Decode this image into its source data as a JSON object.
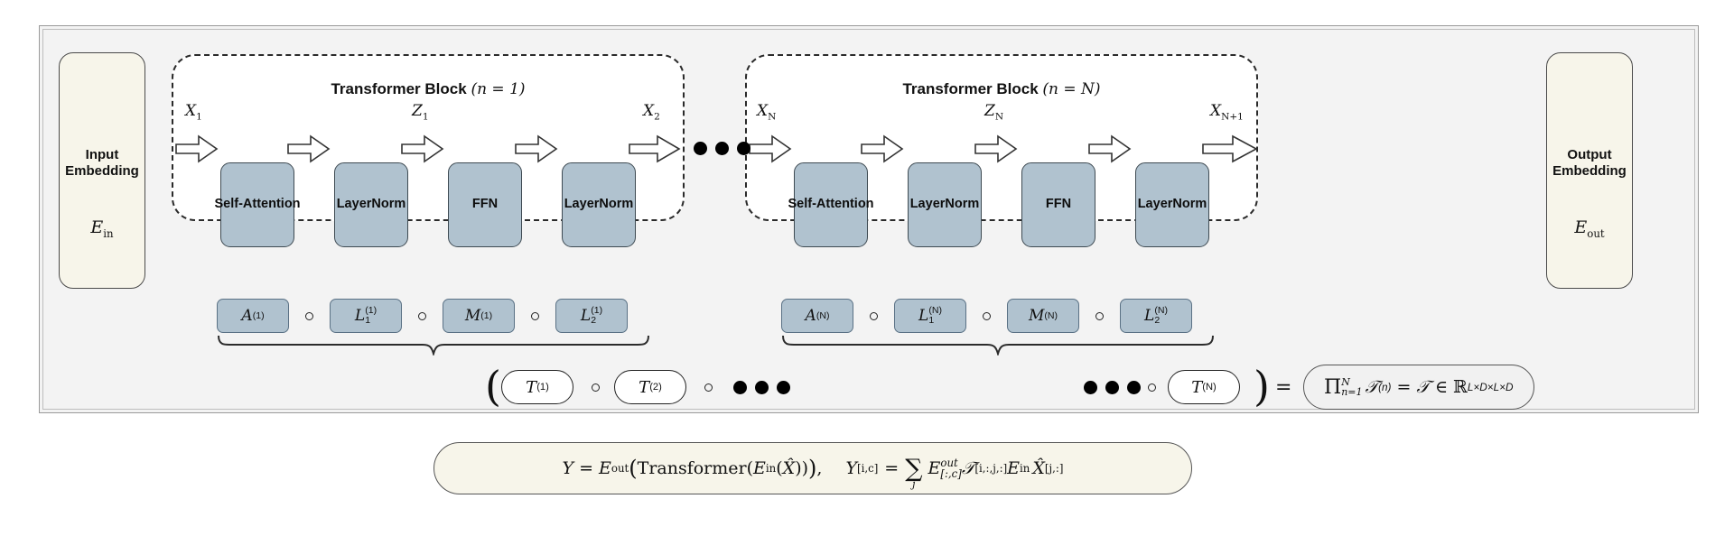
{
  "figure": {
    "type": "diagram",
    "title": "Transformer operator-composition schematic"
  },
  "input_embedding": {
    "name": "Input Embedding",
    "title_line1": "Input",
    "title_line2": "Embedding",
    "symbol_base": "E",
    "symbol_sub": "in"
  },
  "output_embedding": {
    "name": "Output Embedding",
    "title_line1": "Output",
    "title_line2": "Embedding",
    "symbol_base": "E",
    "symbol_sub": "out"
  },
  "blocks": [
    {
      "id": "block-1",
      "title": "Transformer Block",
      "index_label": "(n = 1)",
      "stages": [
        "Self-Attention",
        "Layer Norm",
        "FFN",
        "Layer Norm"
      ],
      "stage_lines": [
        [
          "Self-",
          "Attention"
        ],
        [
          "Layer",
          "Norm"
        ],
        [
          "FFN"
        ],
        [
          "Layer",
          "Norm"
        ]
      ],
      "input_label_base": "X",
      "input_label_sub": "1",
      "mid_label_base": "Z",
      "mid_label_sub": "1",
      "output_label_base": "X",
      "output_label_sub": "2",
      "operators": [
        {
          "base": "A",
          "sup": "(1)",
          "sub": ""
        },
        {
          "base": "L",
          "sup": "(1)",
          "sub": "1"
        },
        {
          "base": "M",
          "sup": "(1)",
          "sub": ""
        },
        {
          "base": "L",
          "sup": "(1)",
          "sub": "2"
        }
      ],
      "operator_join": "∘"
    },
    {
      "id": "block-N",
      "title": "Transformer Block",
      "index_label": "(n = N)",
      "stages": [
        "Self-Attention",
        "Layer Norm",
        "FFN",
        "Layer Norm"
      ],
      "stage_lines": [
        [
          "Self-",
          "Attention"
        ],
        [
          "Layer",
          "Norm"
        ],
        [
          "FFN"
        ],
        [
          "Layer",
          "Norm"
        ]
      ],
      "input_label_base": "X",
      "input_label_sub": "N",
      "mid_label_base": "Z",
      "mid_label_sub": "N",
      "output_label_base": "X",
      "output_label_sub": "N+1",
      "operators": [
        {
          "base": "A",
          "sup": "(N)",
          "sub": ""
        },
        {
          "base": "L",
          "sup": "(N)",
          "sub": "1"
        },
        {
          "base": "M",
          "sup": "(N)",
          "sub": ""
        },
        {
          "base": "L",
          "sup": "(N)",
          "sub": "2"
        }
      ],
      "operator_join": "∘"
    }
  ],
  "ellipsis": {
    "glyph": "●●●",
    "dot_count": 3
  },
  "composition": {
    "open_paren": "(",
    "close_paren": ")",
    "pills": [
      {
        "base": "T",
        "sup": "(1)"
      },
      {
        "base": "T",
        "sup": "(2)"
      },
      {
        "base": "T",
        "sup": "(N)"
      }
    ],
    "join": "∘",
    "equals": "=",
    "result_text": "Π(N, n=1) T^(n) = T ∈ R^{L×D×L×D}",
    "result_parts": {
      "pi": "Π",
      "pi_sup": "N",
      "pi_sub": "n=1",
      "tensor": "𝒯",
      "tensor_sup": "(n)",
      "equals": "=",
      "tensor2": "𝒯",
      "in": "∈",
      "reals": "ℝ",
      "reals_sup": "L×D×L×D"
    }
  },
  "final_equation": {
    "text": "Y = E_out( Transformer( E_in( X̂ ) ) ),   Y_[i,c] = Σ_j E^out_[:,c] 𝒯_[i,:,j,:] E_in X̂_[j,:]",
    "lhs": "Y",
    "equals": "=",
    "e_out": "E",
    "e_out_sub": "out",
    "transformer_word": "Transformer",
    "e_in": "E",
    "e_in_sub": "in",
    "x_hat": "X̂",
    "comma": ",",
    "y_indexed_base": "Y",
    "y_indexed_sub": "[i,c]",
    "sum": "∑",
    "sum_index": "j",
    "eout_sup": "out",
    "eout_sub": "[:,c]",
    "tensor": "𝒯",
    "tensor_sub": "[i,:,j,:]",
    "ein": "E",
    "ein_sub": "in",
    "xhat2": "X̂",
    "xhat2_sub": "[j,:]"
  },
  "colors": {
    "stage_fill": "#b0c2cf",
    "stage_stroke": "#3e4a52",
    "embedding_fill": "#f7f5ea",
    "embedding_stroke": "#4a4a4a",
    "canvas": "#f3f3f3",
    "block_fill": "#ffffff",
    "block_dash": "#2a2a2a",
    "equation_fill": "#f7f5ea",
    "result_fill": "#f1f1f1"
  }
}
